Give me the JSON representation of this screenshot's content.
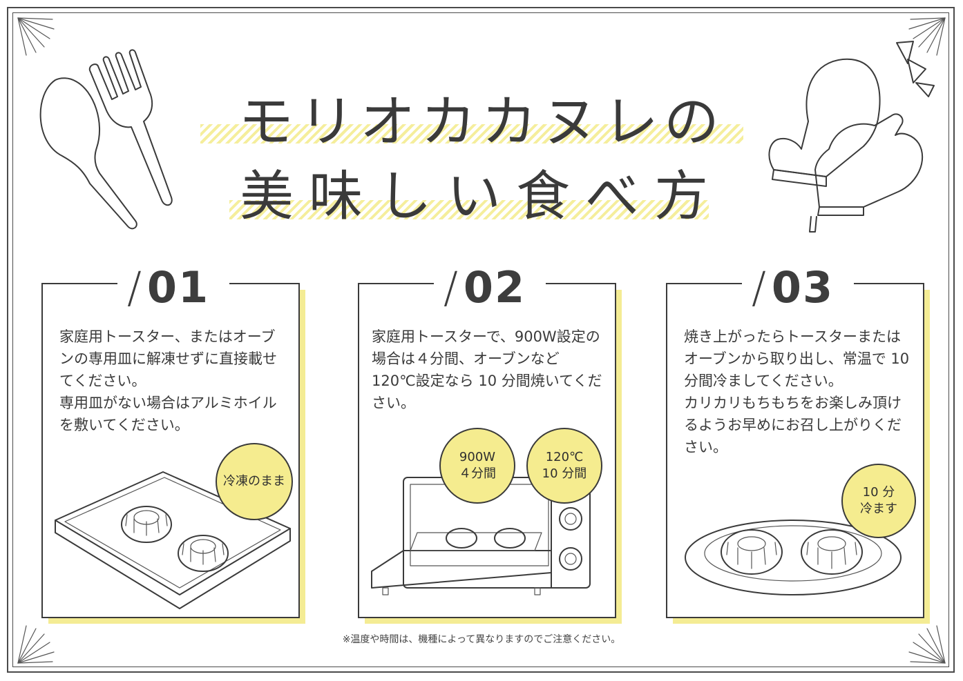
{
  "title": {
    "line1": "モリオカカヌレの",
    "line2": "美味しい食べ方"
  },
  "steps": [
    {
      "number": "01",
      "text": [
        "家庭用トースター、またはオーブンの専用皿に解凍せずに直接載せてください。",
        "専用皿がない場合はアルミホイルを敷いてください。"
      ],
      "badges": [
        "冷凍のまま"
      ]
    },
    {
      "number": "02",
      "text": [
        "家庭用トースターで、900W設定の場合は４分間、オーブンなど 120℃設定なら 10 分間焼いてください。"
      ],
      "badges": [
        "900W\n４分間",
        "120℃\n10 分間"
      ]
    },
    {
      "number": "03",
      "text": [
        "焼き上がったらトースターまたはオーブンから取り出し、常温で 10 分間冷ましてください。",
        "カリカリもちもちをお楽しみ頂けるようお早めにお召し上がりください。"
      ],
      "badges": [
        "10 分\n冷ます"
      ]
    }
  ],
  "footnote": "※温度や時間は、機種によって異なりますのでご注意ください。",
  "colors": {
    "accent": "#f5ec8f",
    "ink": "#3a3a3a"
  },
  "icons": [
    "spoon-icon",
    "fork-icon",
    "oven-mitt-icon",
    "baking-tray-icon",
    "toaster-oven-icon",
    "plate-icon",
    "canele-icon"
  ]
}
